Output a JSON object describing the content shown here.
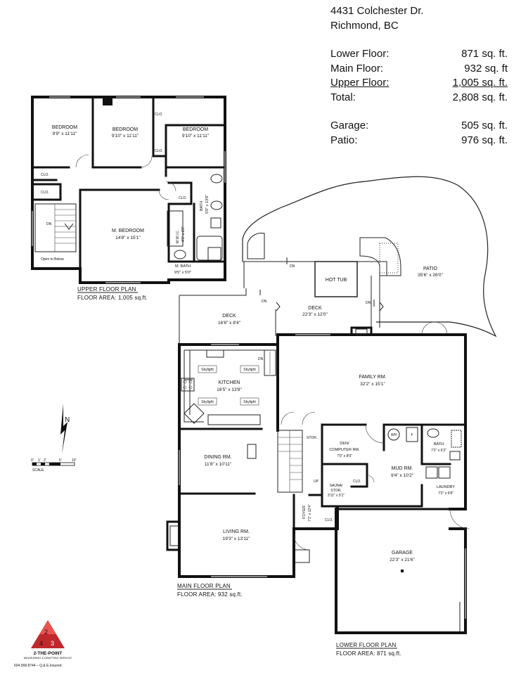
{
  "header": {
    "address_line1": "4431 Colchester Dr.",
    "address_line2": "Richmond, BC",
    "areas": [
      {
        "label": "Lower Floor:",
        "value": "871 sq. ft."
      },
      {
        "label": "Main Floor:",
        "value": "932 sq. ft"
      },
      {
        "label": "Upper Floor:",
        "value": "1,005 sq. ft."
      },
      {
        "label": "Total:",
        "value": "2,808 sq. ft."
      }
    ],
    "extras": [
      {
        "label": "Garage:",
        "value": "505 sq. ft."
      },
      {
        "label": "Patio:",
        "value": "976 sq. ft."
      }
    ]
  },
  "upper": {
    "caption": "UPPER FLOOR PLAN",
    "area": "FLOOR AREA: 1,005 sq.ft.",
    "bed1": {
      "name": "BEDROOM",
      "dim": "9'9\" x 11'11\""
    },
    "bed2": {
      "name": "BEDROOM",
      "dim": "9'10\" x 11'11\""
    },
    "bed3": {
      "name": "BEDROOM",
      "dim": "9'10\" x 11'11\""
    },
    "master": {
      "name": "M. BEDROOM",
      "dim": "14'8\" x 15'1\""
    },
    "bath": {
      "name": "BATH",
      "dim": "5'0\" x 13'6\""
    },
    "mwic": {
      "name": "M.W.I.C.",
      "dim": "4'1\" x 6'9\""
    },
    "mbath": {
      "name": "M. BATH",
      "dim": "9'5\" x 5'0\""
    },
    "clo": "CLO.",
    "dn": "DN",
    "open_below": "Open to Below"
  },
  "main": {
    "caption": "MAIN FLOOR PLAN",
    "area": "FLOOR AREA: 932 sq.ft.",
    "deck_small": {
      "name": "DECK",
      "dim": "16'6\" x 8'4\""
    },
    "deck_big": {
      "name": "DECK",
      "dim": "22'3\" x 12'0\""
    },
    "hot_tub": "HOT TUB",
    "patio": {
      "name": "PATIO",
      "dim": "35'6\" x 26'0\""
    },
    "kitchen": {
      "name": "KITCHEN",
      "dim": "16'5\" x 13'8\""
    },
    "skylight": "Skylight",
    "dining": {
      "name": "DINING RM.",
      "dim": "11'8\" x 10'11\""
    },
    "living": {
      "name": "LIVING RM.",
      "dim": "19'3\" x 13'11\""
    },
    "foyer": {
      "name": "FOYER",
      "dim": "7'1\" x 12'4\""
    },
    "stor": "STOR.",
    "up": "UP",
    "dn": "DN",
    "clo": "CLO."
  },
  "lower": {
    "caption": "LOWER FLOOR PLAN",
    "area": "FLOOR AREA: 871 sq.ft.",
    "family": {
      "name": "FAMILY RM.",
      "dim": "32'2\" x 15'1\""
    },
    "den": {
      "name": "DEN/",
      "name2": "COMPUTER RM.",
      "dim": "7'0\" x 8'0\""
    },
    "mud": {
      "name": "MUD RM.",
      "dim": "9'4\" x 10'2\""
    },
    "bath": {
      "name": "BATH",
      "dim": "7'2\" x 6'3\""
    },
    "laundry": {
      "name": "LAUNDRY",
      "dim": "7'2\" x 6'8\""
    },
    "sauna": {
      "name": "SAUNA/",
      "name2": "STOR.",
      "dim": "3'11\" x 5'1\""
    },
    "garage": {
      "name": "GARAGE",
      "dim": "22'3\" x 21'6\""
    },
    "wh": "WH",
    "f": "F",
    "clo": "CLO."
  },
  "compass": {
    "north": "N",
    "scale_label": "SCALE",
    "ticks": [
      "0'",
      "1'",
      "2'",
      "5'",
      "10'"
    ]
  },
  "logo": {
    "name": "2-THE-POINT",
    "tagline": "MEASURING & DRAFTING SERVICE",
    "digits": [
      "2",
      "4",
      "3"
    ],
    "contact": "604.568.8744 – Q.& E.Insured"
  }
}
